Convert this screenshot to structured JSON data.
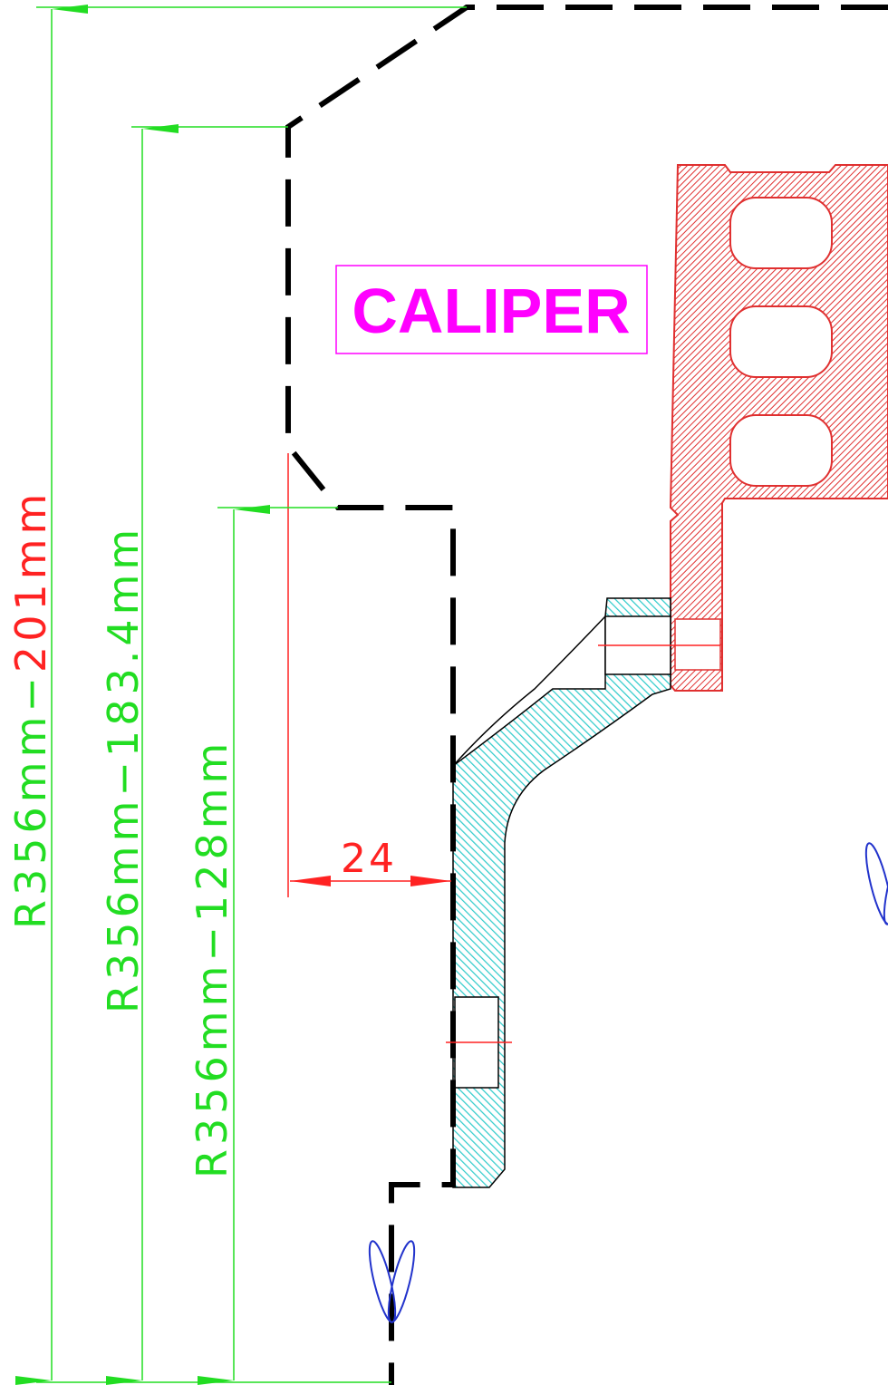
{
  "drawing": {
    "label": "CALIPER",
    "dimensions": {
      "d1_prefix": "R356mm−",
      "d1_value": "201mm",
      "d2": "R356mm−183.4mm",
      "d3": "R356mm−128mm",
      "offset": "24"
    },
    "colors": {
      "dimension": "#22dd22",
      "caliper_outline": "#000000",
      "caliper_hatch": "#e03030",
      "mount_hatch": "#33cccc",
      "label": "#ff00ff",
      "centerline": "#ff2222",
      "symbol": "#2233cc"
    }
  }
}
